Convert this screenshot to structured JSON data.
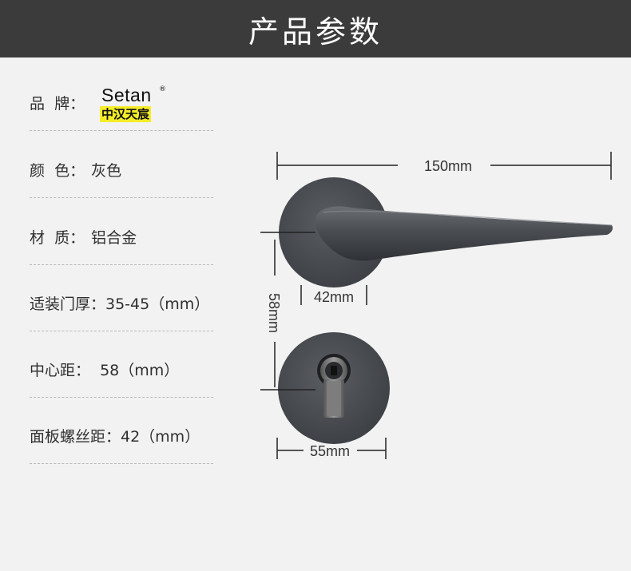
{
  "header": {
    "title": "产品参数"
  },
  "specs": {
    "brand": {
      "label": "品  牌：",
      "logo_en": "Setan",
      "logo_reg": "®",
      "logo_cn": "中汉天宸"
    },
    "color": {
      "label": "颜  色：",
      "value": "灰色"
    },
    "material": {
      "label": "材  质：",
      "value": "铝合金"
    },
    "door_thickness": {
      "text": "适装门厚：35-45（mm）"
    },
    "center_distance": {
      "text": "中心距：  58（mm）"
    },
    "screw_distance": {
      "text": "面板螺丝距：42（mm）"
    }
  },
  "diagram": {
    "length": "150mm",
    "rose_diameter": "42mm",
    "center_distance": "58mm",
    "escutcheon_diameter": "55mm"
  },
  "colors": {
    "header_bg": "#3b3b3b",
    "background": "#f2f2f2",
    "logo_highlight": "#f5ec28",
    "hardware": "#4a4d52"
  }
}
